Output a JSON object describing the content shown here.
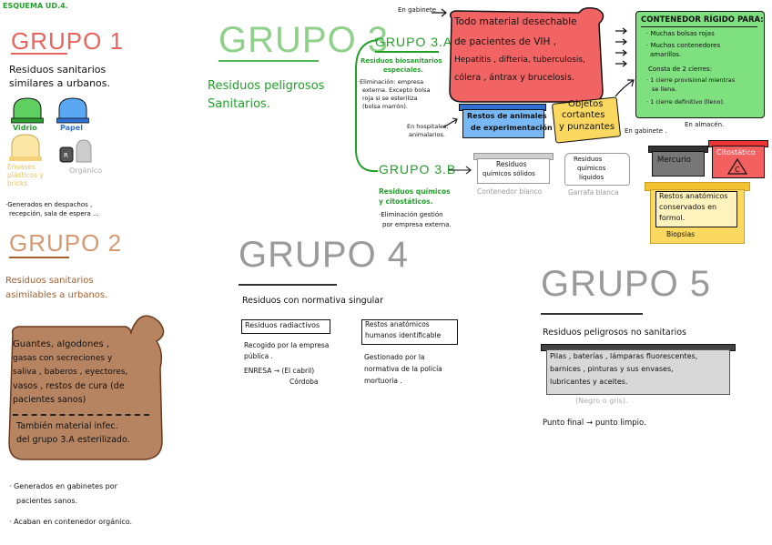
{
  "header": {
    "title": "ESQUEMA UD.4."
  },
  "g1": {
    "title": "GRUPO 1",
    "subtitle_1": "Residuos sanitarios",
    "subtitle_2": "similares a urbanos.",
    "bins": {
      "vidrio": "Vidrio",
      "papel": "Papel",
      "envases": "Envases plásticos y bricks",
      "organico": "Orgánico"
    },
    "note_1": "·Generados en despachos ,",
    "note_2": "recepción, sala de espera ..."
  },
  "g2": {
    "title": "GRUPO 2",
    "subtitle_1": "Residuos sanitarios",
    "subtitle_2": "asimilables a urbanos.",
    "bag_1": "Guantes, algodones ,",
    "bag_2": "gasas con secreciones y",
    "bag_3": "saliva , baberos , eyectores,",
    "bag_4": "vasos , restos de cura (de",
    "bag_5": "pacientes sanos)",
    "bag_6": "También material infec.",
    "bag_7": "del grupo 3.A esterilizado.",
    "note_1": "· Generados en gabinetes por",
    "note_2": "pacientes sanos.",
    "note_3": "· Acaban en contenedor orgánico."
  },
  "g3": {
    "title": "GRUPO 3",
    "subtitle_1": "Residuos peligrosos",
    "subtitle_2": "Sanitarios.",
    "a": {
      "title": "GRUPO 3.A",
      "sub_1": "Residuos biosanitarios",
      "sub_2": "especiales.",
      "elim_1": "·Eliminación: empresa",
      "elim_2": "externa. Excepto bolsa",
      "elim_3": "roja si se esteriliza",
      "elim_4": "(bolsa marrón).",
      "cloud_label": "En gabinete",
      "cloud_1": "Todo material desechable",
      "cloud_2": "de pacientes de VIH ,",
      "cloud_3": "Hepatitis , difteria, tuberculosis,",
      "cloud_4": "cólera , ántrax y brucelosis.",
      "hosp_1": "En hospitales,",
      "hosp_2": "animalarios.",
      "restos_1": "Restos de animales",
      "restos_2": "de experimentación",
      "obj_1": "Objetos",
      "obj_2": "cortantes",
      "obj_3": "y punzantes",
      "obj_note": "En gabinete .",
      "rigid_title": "CONTENEDOR RÍGIDO PARA:",
      "rigid_1": "· Muchas bolsas rojas",
      "rigid_2": "· Muchos contenedores",
      "rigid_3": "amarillos.",
      "rigid_4": "Consta de 2 cierres:",
      "rigid_5": "· 1 cierre provisional mientras",
      "rigid_6": "se llena.",
      "rigid_7": "· 1 cierre definitivo (lleno).",
      "almacen": "En almacén."
    },
    "b": {
      "title": "GRUPO 3.B",
      "sub_1": "Residuos químicos",
      "sub_2": "y citostáticos.",
      "elim_1": "·Eliminación gestión",
      "elim_2": "por empresa externa.",
      "box1_1": "Residuos",
      "box1_2": "químicos sólidos",
      "box1_cap": "Contenedor blanco",
      "box2_1": "Residuos",
      "box2_2": "químicos",
      "box2_3": "líquidos",
      "box2_cap": "Garrafa blanca",
      "mercurio": "Mercurio",
      "citostatico": "Citostático",
      "anat_1": "Restos anatómicos",
      "anat_2": "conservados en",
      "anat_3": "formol.",
      "biopsias": "Biopsias"
    }
  },
  "g4": {
    "title": "GRUPO 4",
    "subtitle": "Residuos con normativa singular",
    "radio_title": "Residuos radiactivos",
    "radio_1": "Recogido por la empresa",
    "radio_2": "pública .",
    "radio_3": "ENRESA → (El cabril)",
    "radio_4": "Córdoba",
    "anat_title_1": "Restos anatómicos",
    "anat_title_2": "humanos identificable",
    "anat_1": "Gestionado por la",
    "anat_2": "normativa de la policía",
    "anat_3": "mortuoria ."
  },
  "g5": {
    "title": "GRUPO 5",
    "subtitle": "Residuos peligrosos no sanitarios",
    "box_1": "Pilas , baterías , lámparas fluorescentes,",
    "box_2": "barnices , pinturas y sus envases,",
    "box_3": "lubricantes y aceites.",
    "color": "(Negro o gris).",
    "final": "Punto final → punto limpio."
  },
  "colors": {
    "g1": "#e8645c",
    "g2": "#a7602f",
    "g3": "#52b85a",
    "g4": "#111111",
    "g5": "#111111",
    "green": "#22a02a",
    "blue": "#2f6fd0",
    "yellow": "#f2c230"
  }
}
